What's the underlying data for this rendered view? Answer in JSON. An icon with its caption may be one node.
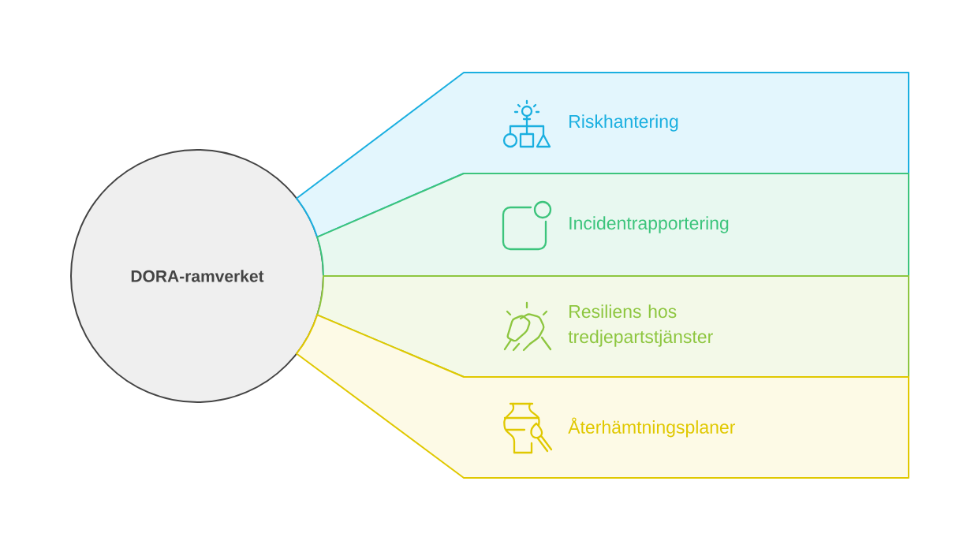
{
  "diagram": {
    "nodes": [
      {
        "text": [
          "DORA-ramverket"
        ]
      },
      {
        "text": [
          "Riskhantering"
        ]
      },
      {
        "text": [
          "Incidentrapportering"
        ]
      },
      {
        "text": [
          "Resiliens hos tredjepartstjänster"
        ]
      },
      {
        "text": [
          "Återhämtningsplaner"
        ]
      }
    ]
  }
}
